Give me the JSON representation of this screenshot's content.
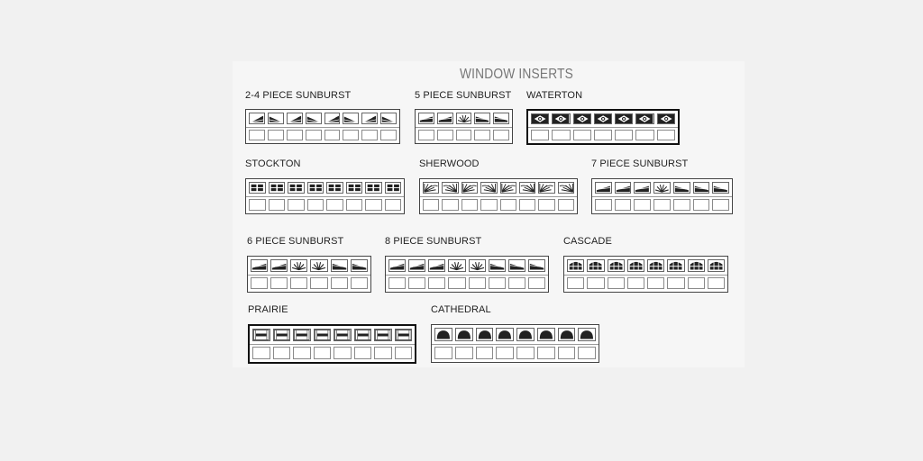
{
  "title": "WINDOW INSERTS",
  "inserts": [
    {
      "id": "2-4-piece-sunburst",
      "label": "2-4 PIECE SUNBURST",
      "panels": 8,
      "pattern": "sunburst-wedge",
      "bold": false
    },
    {
      "id": "5-piece-sunburst",
      "label": "5 PIECE SUNBURST",
      "panels": 5,
      "pattern": "sunburst-5",
      "bold": false
    },
    {
      "id": "waterton",
      "label": "WATERTON",
      "panels": 7,
      "pattern": "waterton",
      "bold": true
    },
    {
      "id": "stockton",
      "label": "STOCKTON",
      "panels": 8,
      "pattern": "grid",
      "bold": false
    },
    {
      "id": "sherwood",
      "label": "SHERWOOD",
      "panels": 8,
      "pattern": "sherwood",
      "bold": false
    },
    {
      "id": "7-piece-sunburst",
      "label": "7 PIECE SUNBURST",
      "panels": 7,
      "pattern": "sunburst-7",
      "bold": false
    },
    {
      "id": "6-piece-sunburst",
      "label": "6 PIECE SUNBURST",
      "panels": 6,
      "pattern": "sunburst-6",
      "bold": false
    },
    {
      "id": "8-piece-sunburst",
      "label": "8 PIECE SUNBURST",
      "panels": 8,
      "pattern": "sunburst-8",
      "bold": false
    },
    {
      "id": "cascade",
      "label": "CASCADE",
      "panels": 8,
      "pattern": "cascade",
      "bold": false
    },
    {
      "id": "prairie",
      "label": "PRAIRIE",
      "panels": 8,
      "pattern": "prairie",
      "bold": true
    },
    {
      "id": "cathedral",
      "label": "CATHEDRAL",
      "panels": 8,
      "pattern": "cathedral",
      "bold": false
    }
  ]
}
